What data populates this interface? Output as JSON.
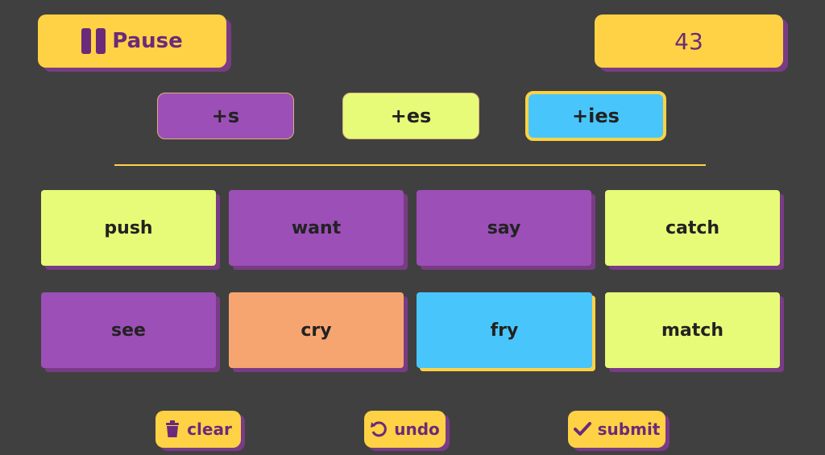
{
  "header": {
    "pause_label": "Pause",
    "score": "43"
  },
  "suffixes": [
    {
      "label": "+s"
    },
    {
      "label": "+es"
    },
    {
      "label": "+ies"
    }
  ],
  "words": [
    {
      "label": "push"
    },
    {
      "label": "want"
    },
    {
      "label": "say"
    },
    {
      "label": "catch"
    },
    {
      "label": "see"
    },
    {
      "label": "cry"
    },
    {
      "label": "fry"
    },
    {
      "label": "match"
    }
  ],
  "controls": {
    "clear_label": "clear",
    "undo_label": "undo",
    "submit_label": "submit"
  },
  "icons": {
    "pause": "pause-icon",
    "clear": "trash-icon",
    "undo": "undo-icon",
    "submit": "check-icon"
  },
  "colors": {
    "background": "#404040",
    "yellow": "#fed244",
    "purple": "#9c4fb6",
    "lime": "#e7fb78",
    "blue": "#48c6fb",
    "orange": "#f6a570",
    "shadow": "#7a3b86"
  }
}
